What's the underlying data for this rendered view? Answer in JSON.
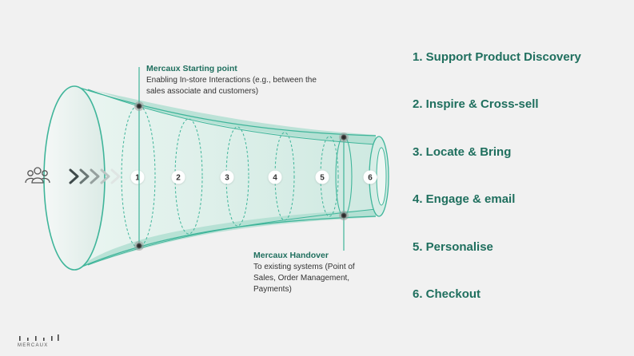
{
  "callouts": {
    "start": {
      "title": "Mercaux Starting point",
      "lines": [
        "Enabling In-store Interactions (e.g., between the",
        "sales associate and customers)"
      ]
    },
    "handover": {
      "title": "Mercaux Handover",
      "lines": [
        "To existing systems (Point of",
        "Sales, Order Management,",
        "Payments)"
      ]
    }
  },
  "stages": [
    "1",
    "2",
    "3",
    "4",
    "5",
    "6"
  ],
  "steps": [
    "1. Support Product Discovery",
    "2. Inspire & Cross-sell",
    "3. Locate & Bring",
    "4. Engage & email",
    "5. Personalise",
    "6. Checkout"
  ],
  "brand": {
    "name": "MERCAUX"
  },
  "icons": {
    "people": "people-group-icon",
    "arrows": "chevron-arrows-icon",
    "logo": "mercaux-logo"
  },
  "colors": {
    "accent": "#1f6f5e",
    "funnel_stroke": "#3fb59a",
    "funnel_fill": "#d7ede6",
    "background": "#f1f1f1"
  }
}
